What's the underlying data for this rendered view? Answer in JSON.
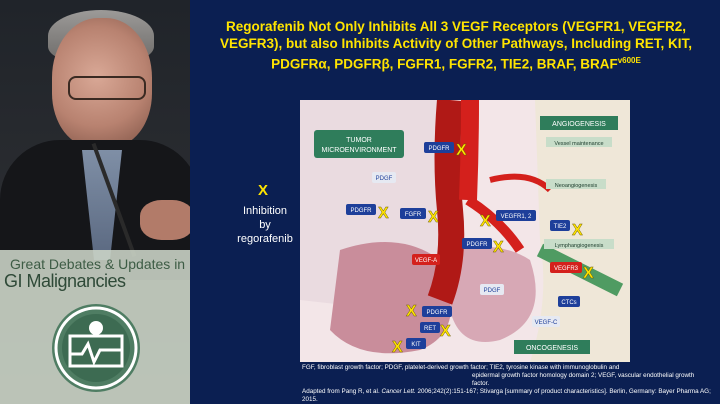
{
  "speaker_panel": {
    "logo_line1": "Great Debates & Updates in",
    "logo_line2": "GI Malignancies"
  },
  "slide": {
    "title_main": "Regorafenib Not Only Inhibits All 3 VEGF Receptors (VEGFR1, VEGFR2, VEGFR3), but also Inhibits Activity of Other Pathways, Including RET, KIT, PDGFRα, PDGFRβ, FGFR1, FGFR2, TIE2, BRAF, BRAF",
    "title_sup": "v600E",
    "legend": {
      "mark": "X",
      "line1": "Inhibition",
      "line2": "by",
      "line3": "regorafenib"
    },
    "diagram": {
      "tumor_label_1": "TUMOR",
      "tumor_label_2": "MICROENVIRONMENT",
      "angiogenesis": "ANGIOGENESIS",
      "vessel_maintenance": "Vessel maintenance",
      "neoangiogenesis": "Neoangiogenesis",
      "lymphangiogenesis": "Lymphangiogenesis",
      "oncogenesis": "ONCOGENESIS",
      "pdgfr_top": "PDGFR",
      "pdgf_left": "PDGF",
      "pdgfr_left": "PDGFR",
      "fgfr": "FGFR",
      "vegfr12": "VEGFR1, 2",
      "tie2": "TIE2",
      "pdgfr_mid": "PDGFR",
      "vegf_a": "VEGF-A",
      "pdgf_mid": "PDGF",
      "vegfr3": "VEGFR3",
      "ctcs": "CTCs",
      "vegf_c": "VEGF-C",
      "pdgfr_bottom": "PDGFR",
      "ret": "RET",
      "kit": "KIT",
      "x": "X"
    },
    "footnote_line1": "FGF, fibroblast growth factor; PDGF, platelet-derived growth factor; TIE2, tyrosine kinase with immunoglobulin and",
    "footnote_line2": "epidermal growth factor homology domain 2; VEGF, vascular endothelial growth factor.",
    "footnote_line3_a": "Adapted from Pang R, et al. ",
    "footnote_line3_journal": "Cancer Lett.",
    "footnote_line3_b": " 2006;242(2):151-167; Stivarga [summary of product characteristics]. Berlin, Germany: Bayer Pharma AG; 2015."
  },
  "colors": {
    "slide_bg": "#0b1f52",
    "title_yellow": "#ffe400",
    "receptor_blue": "#1e3f9a",
    "vessel_red": "#d4201c",
    "label_green": "#2f7d5b",
    "tissue_pink": "#d8b0bb"
  }
}
